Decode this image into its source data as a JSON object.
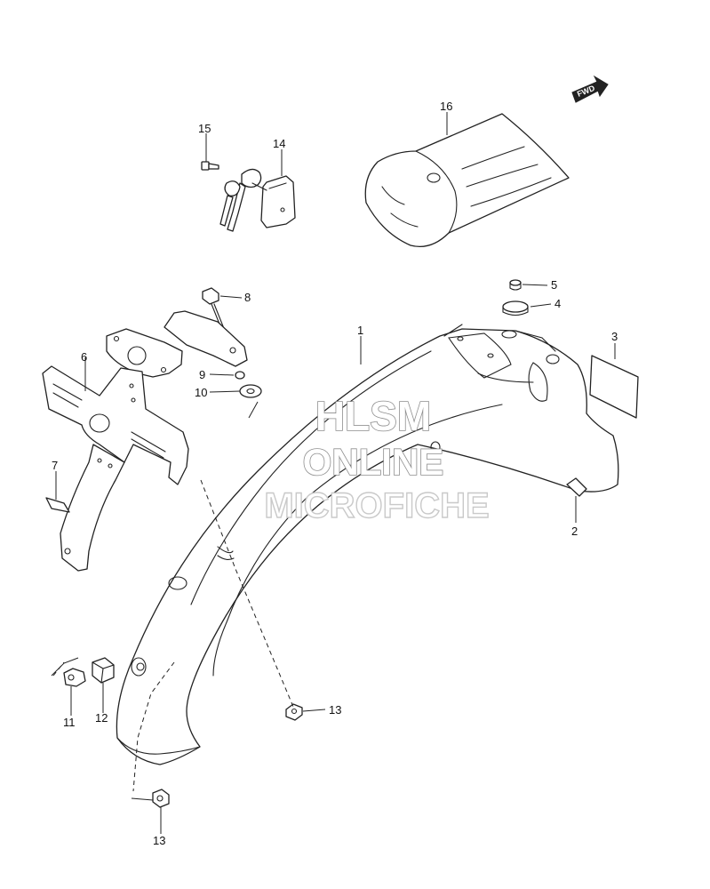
{
  "diagram": {
    "watermark": {
      "line1": "HLSM",
      "line2": "ONLINE",
      "line3": "MICROFICHE"
    },
    "direction_badge": "FWD",
    "callouts": {
      "p1": "1",
      "p2": "2",
      "p3": "3",
      "p4": "4",
      "p5": "5",
      "p6": "6",
      "p7": "7",
      "p8": "8",
      "p9": "9",
      "p10": "10",
      "p11": "11",
      "p12": "12",
      "p13a": "13",
      "p13b": "13",
      "p14": "14",
      "p15": "15",
      "p16": "16"
    }
  }
}
